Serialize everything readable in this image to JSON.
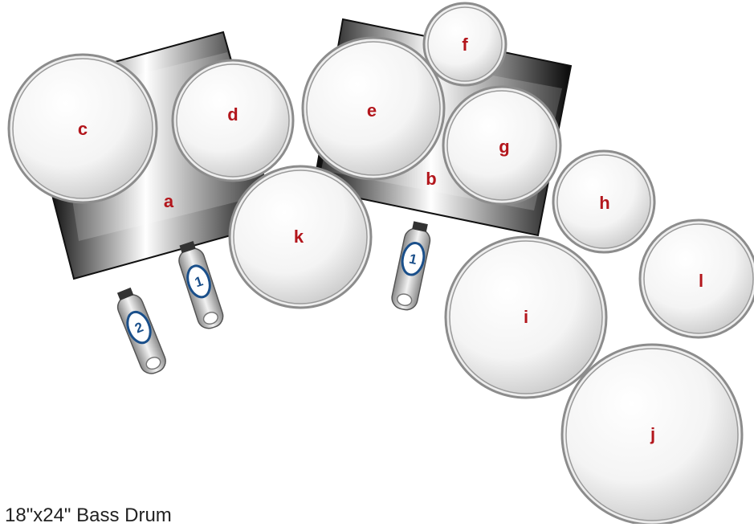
{
  "drums": {
    "a": "a",
    "b": "b",
    "c": "c",
    "d": "d",
    "e": "e",
    "f": "f",
    "g": "g",
    "h": "h",
    "i": "i",
    "j": "j",
    "k": "k",
    "l": "l"
  },
  "pedals": {
    "hihat_left": "2",
    "bass_pedal_left": "1",
    "bass_pedal_right": "1"
  },
  "caption": "18\"x24\" Bass Drum",
  "colors": {
    "label": "#b3161c",
    "pedal_number": "#1a4f8a",
    "drum_rim": "#888888",
    "drum_head": "#ffffff"
  }
}
